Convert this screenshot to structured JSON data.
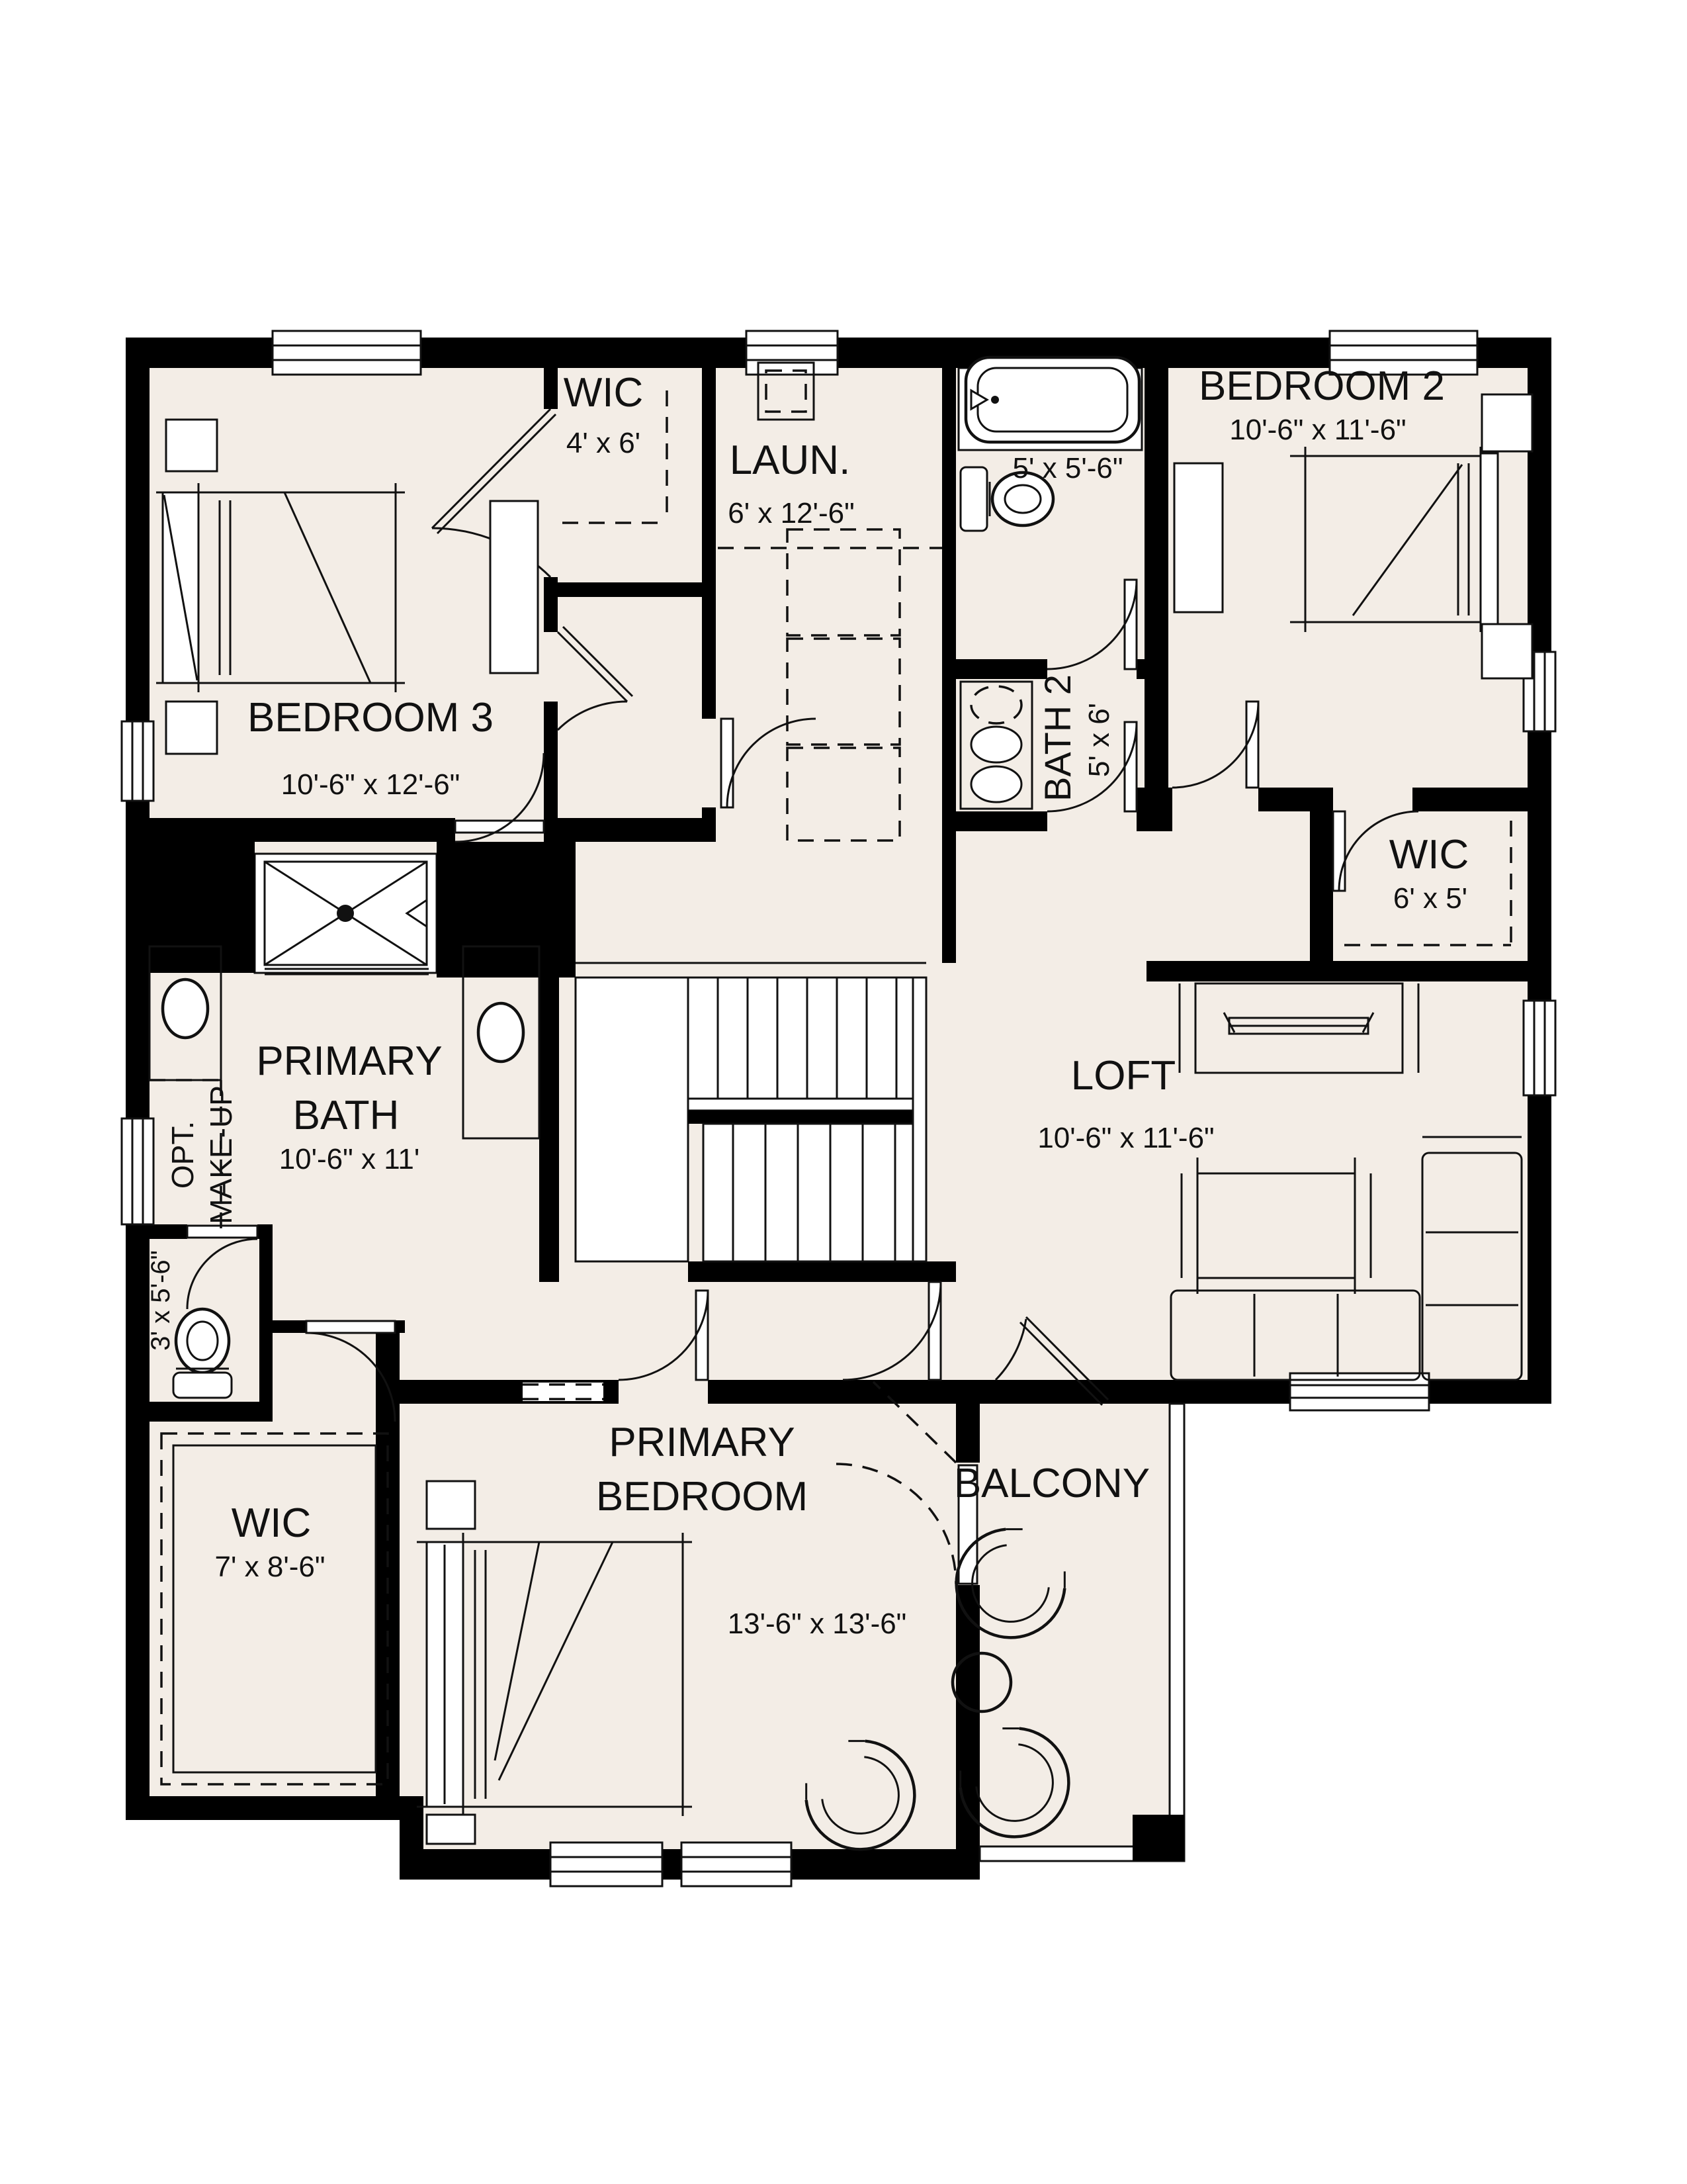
{
  "colors": {
    "floor": "#f3ede6",
    "wall": "#000000",
    "line": "#111111",
    "background": "#ffffff"
  },
  "rooms": {
    "bedroom3": {
      "name": "BEDROOM 3",
      "dims": "10'-6\" x 12'-6\""
    },
    "wic_bedroom3": {
      "name": "WIC",
      "dims": "4' x 6'"
    },
    "laundry": {
      "name": "LAUN.",
      "dims": "6' x 12'-6\""
    },
    "tub_area": {
      "dims": "5' x 5'-6\""
    },
    "bath2": {
      "name": "BATH 2",
      "dims": "5' x 6'"
    },
    "bedroom2": {
      "name": "BEDROOM 2",
      "dims": "10'-6\" x 11'-6\""
    },
    "wic_hall": {
      "name": "WIC",
      "dims": "6' x 5'"
    },
    "loft": {
      "name": "LOFT",
      "dims": "10'-6\" x 11'-6\""
    },
    "primary_bath": {
      "line1": "PRIMARY",
      "line2": "BATH",
      "dims": "10'-6\" x 11'"
    },
    "makeup": {
      "line1": "OPT.",
      "line2": "MAKE-UP"
    },
    "toilet_room": {
      "dims": "3' x 5'-6\""
    },
    "wic_primary": {
      "name": "WIC",
      "dims": "7' x 8'-6\""
    },
    "primary_bedroom": {
      "line1": "PRIMARY",
      "line2": "BEDROOM",
      "dims": "13'-6\" x 13'-6\""
    },
    "balcony": {
      "name": "BALCONY"
    }
  }
}
